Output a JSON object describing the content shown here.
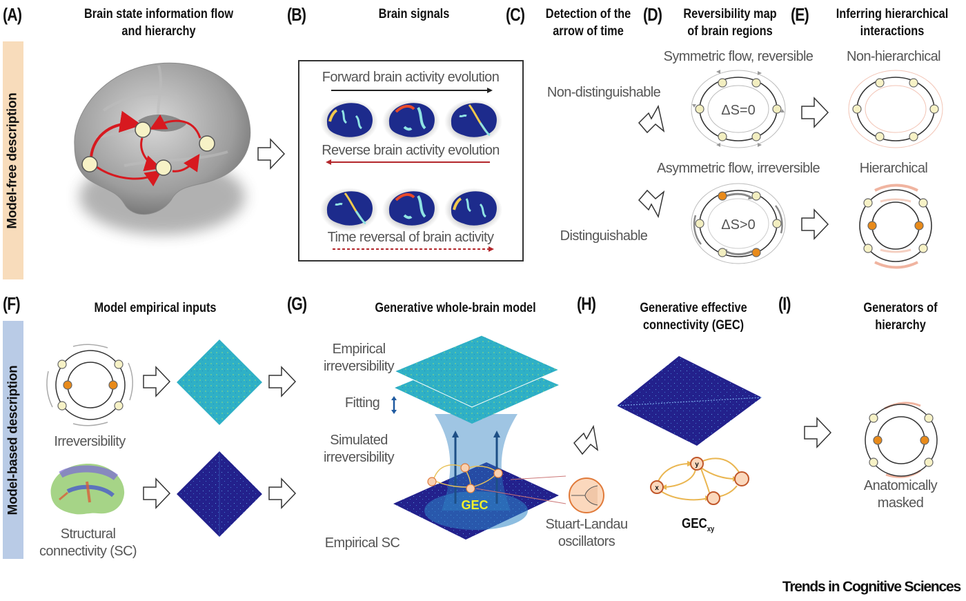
{
  "sidebars": {
    "model_free": "Model-free description",
    "model_based": "Model-based description"
  },
  "colors": {
    "model_free_bar": "#f8dcbb",
    "model_based_bar": "#b9cbe6",
    "arrow_red": "#d7191f",
    "node_fill": "#f7f2c6",
    "node_orange": "#e88a1a",
    "matrix_teal": "#2fb0c6",
    "matrix_navy": "#23218c",
    "gec_label": "#f3f02a"
  },
  "panels": {
    "A": {
      "letter": "(A)",
      "title_line1": "Brain state information flow",
      "title_line2": "and hierarchy"
    },
    "B": {
      "letter": "(B)",
      "title": "Brain signals",
      "forward": "Forward brain activity evolution",
      "reverse": "Reverse brain activity evolution",
      "time_reversal": "Time reversal of brain activity"
    },
    "C": {
      "letter": "(C)",
      "title_line1": "Detection of the",
      "title_line2": "arrow of time",
      "non_distinguishable": "Non-distinguishable",
      "distinguishable": "Distinguishable"
    },
    "D": {
      "letter": "(D)",
      "title_line1": "Reversibility map",
      "title_line2": "of brain regions",
      "symmetric": "Symmetric flow, reversible",
      "asymmetric": "Asymmetric flow, irreversible",
      "delta_zero": "ΔS=0",
      "delta_pos": "ΔS>0"
    },
    "E": {
      "letter": "(E)",
      "title_line1": "Inferring hierarchical",
      "title_line2": "interactions",
      "non_hierarchical": "Non-hierarchical",
      "hierarchical": "Hierarchical"
    },
    "F": {
      "letter": "(F)",
      "title": "Model empirical inputs",
      "irreversibility": "Irreversibility",
      "sc_line1": "Structural",
      "sc_line2": "connectivity (SC)"
    },
    "G": {
      "letter": "(G)",
      "title": "Generative whole-brain model",
      "emp_irr_line1": "Empirical",
      "emp_irr_line2": "irreversibility",
      "fitting": "Fitting",
      "sim_irr_line1": "Simulated",
      "sim_irr_line2": "irreversibility",
      "gec": "GEC",
      "empirical_sc": "Empirical SC",
      "sl_line1": "Stuart-Landau",
      "sl_line2": "oscillators"
    },
    "H": {
      "letter": "(H)",
      "title_line1": "Generative effective",
      "title_line2": "connectivity (GEC)",
      "node_x": "x",
      "node_y": "y",
      "gec_main": "GEC",
      "gec_sub": "xy"
    },
    "I": {
      "letter": "(I)",
      "title_line1": "Generators of",
      "title_line2": "hierarchy",
      "masked_line1": "Anatomically",
      "masked_line2": "masked"
    }
  },
  "footer": "Trends in Cognitive Sciences"
}
